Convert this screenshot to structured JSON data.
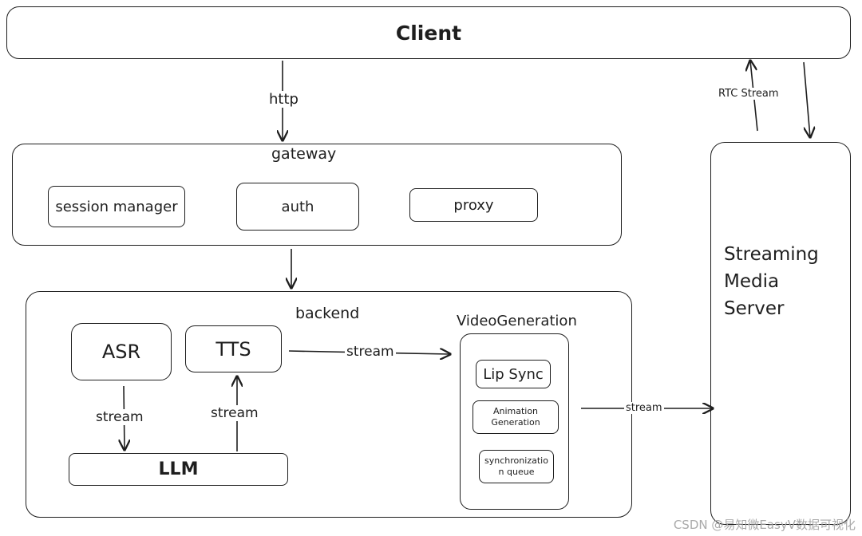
{
  "client": {
    "label": "Client"
  },
  "gateway": {
    "label": "gateway",
    "session_manager": "session manager",
    "auth": "auth",
    "proxy": "proxy"
  },
  "backend": {
    "label": "backend",
    "asr": "ASR",
    "tts": "TTS",
    "llm": "LLM",
    "video_generation": {
      "label": "VideoGeneration",
      "lip_sync": "Lip Sync",
      "animation_generation_line1": "Animation",
      "animation_generation_line2": "Generation",
      "sync_queue_line1": "synchronizatio",
      "sync_queue_line2": "n queue"
    }
  },
  "streaming_server": {
    "line1": "Streaming",
    "line2": "Media",
    "line3": "Server"
  },
  "edges": {
    "http": "http",
    "rtc_stream": "RTC Stream",
    "tts_to_video": "stream",
    "asr_to_llm": "stream",
    "llm_to_tts": "stream",
    "video_to_server": "stream"
  },
  "watermark": "CSDN @易知微EasyV数据可视化"
}
